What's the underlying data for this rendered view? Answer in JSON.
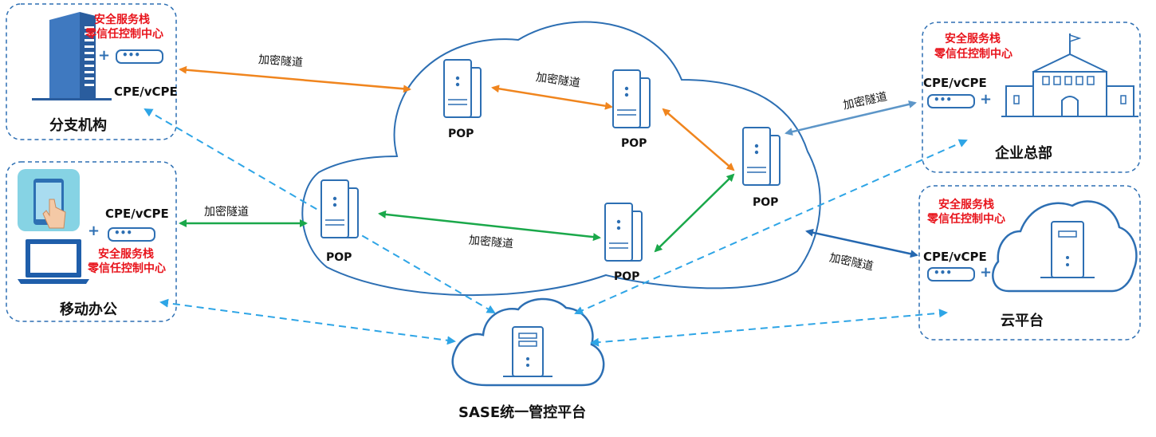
{
  "sites": {
    "branch": {
      "title": "分支机构",
      "red1": "安全服务栈",
      "red2": "零信任控制中心",
      "cpe": "CPE/vCPE"
    },
    "mobile": {
      "title": "移动办公",
      "red1": "安全服务栈",
      "red2": "零信任控制中心",
      "cpe": "CPE/vCPE"
    },
    "hq": {
      "title": "企业总部",
      "red1": "安全服务栈",
      "red2": "零信任控制中心",
      "cpe": "CPE/vCPE"
    },
    "cloud": {
      "title": "云平台",
      "red1": "安全服务栈",
      "red2": "零信任控制中心",
      "cpe": "CPE/vCPE"
    }
  },
  "plus": "+",
  "device_dots": "•••",
  "tunnel": "加密隧道",
  "pop": "POP",
  "sase": "SASE统一管控平台",
  "colors": {
    "frame": "#2d6fb3",
    "dash": "#2ea5e6",
    "orange": "#f0851e",
    "green": "#1aa84a",
    "steel": "#5d96c8",
    "navy": "#2568b0",
    "red": "#e8141c"
  }
}
